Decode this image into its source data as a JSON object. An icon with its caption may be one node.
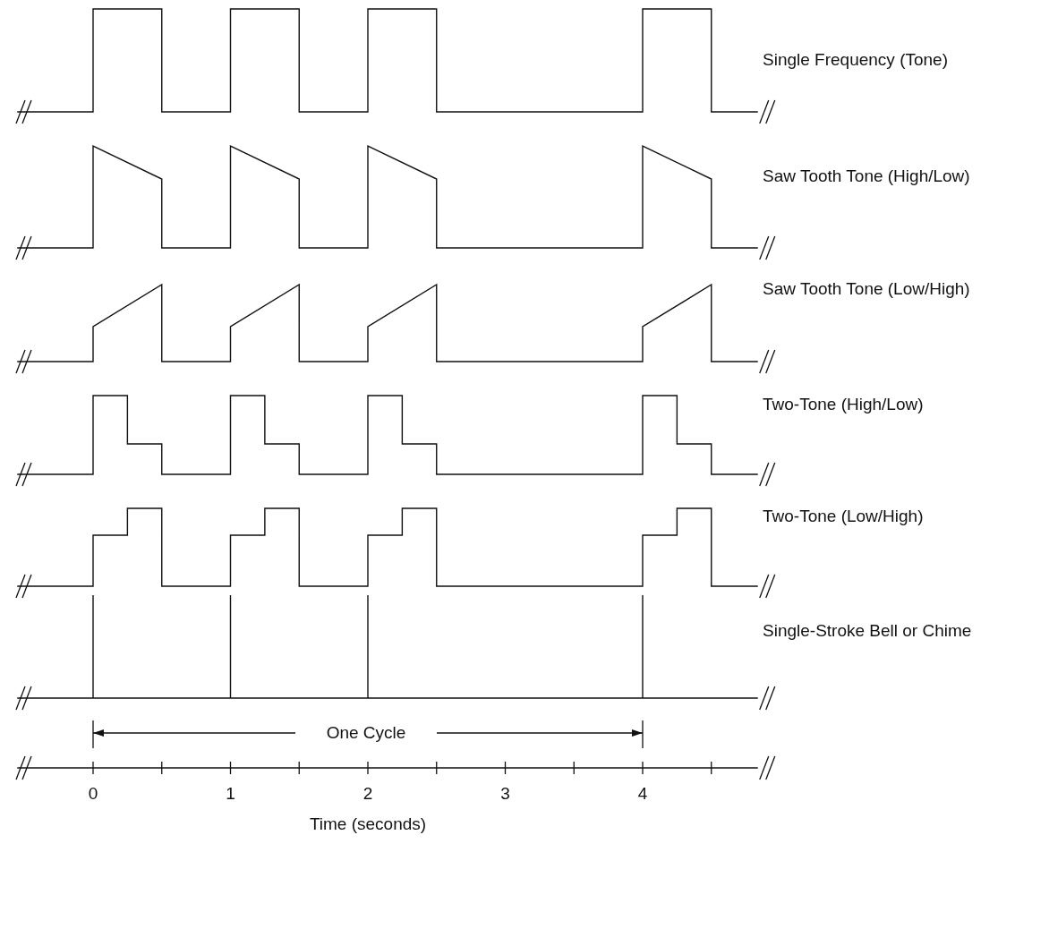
{
  "diagram": {
    "labels": [
      "Single Frequency  (Tone)",
      "Saw Tooth Tone (High/Low)",
      "Saw Tooth Tone (Low/High)",
      "Two-Tone (High/Low)",
      "Two-Tone (Low/High)",
      "Single-Stroke Bell or Chime",
      "One Cycle",
      "0",
      "1",
      "2",
      "3",
      "4",
      "Time (seconds)"
    ]
  }
}
